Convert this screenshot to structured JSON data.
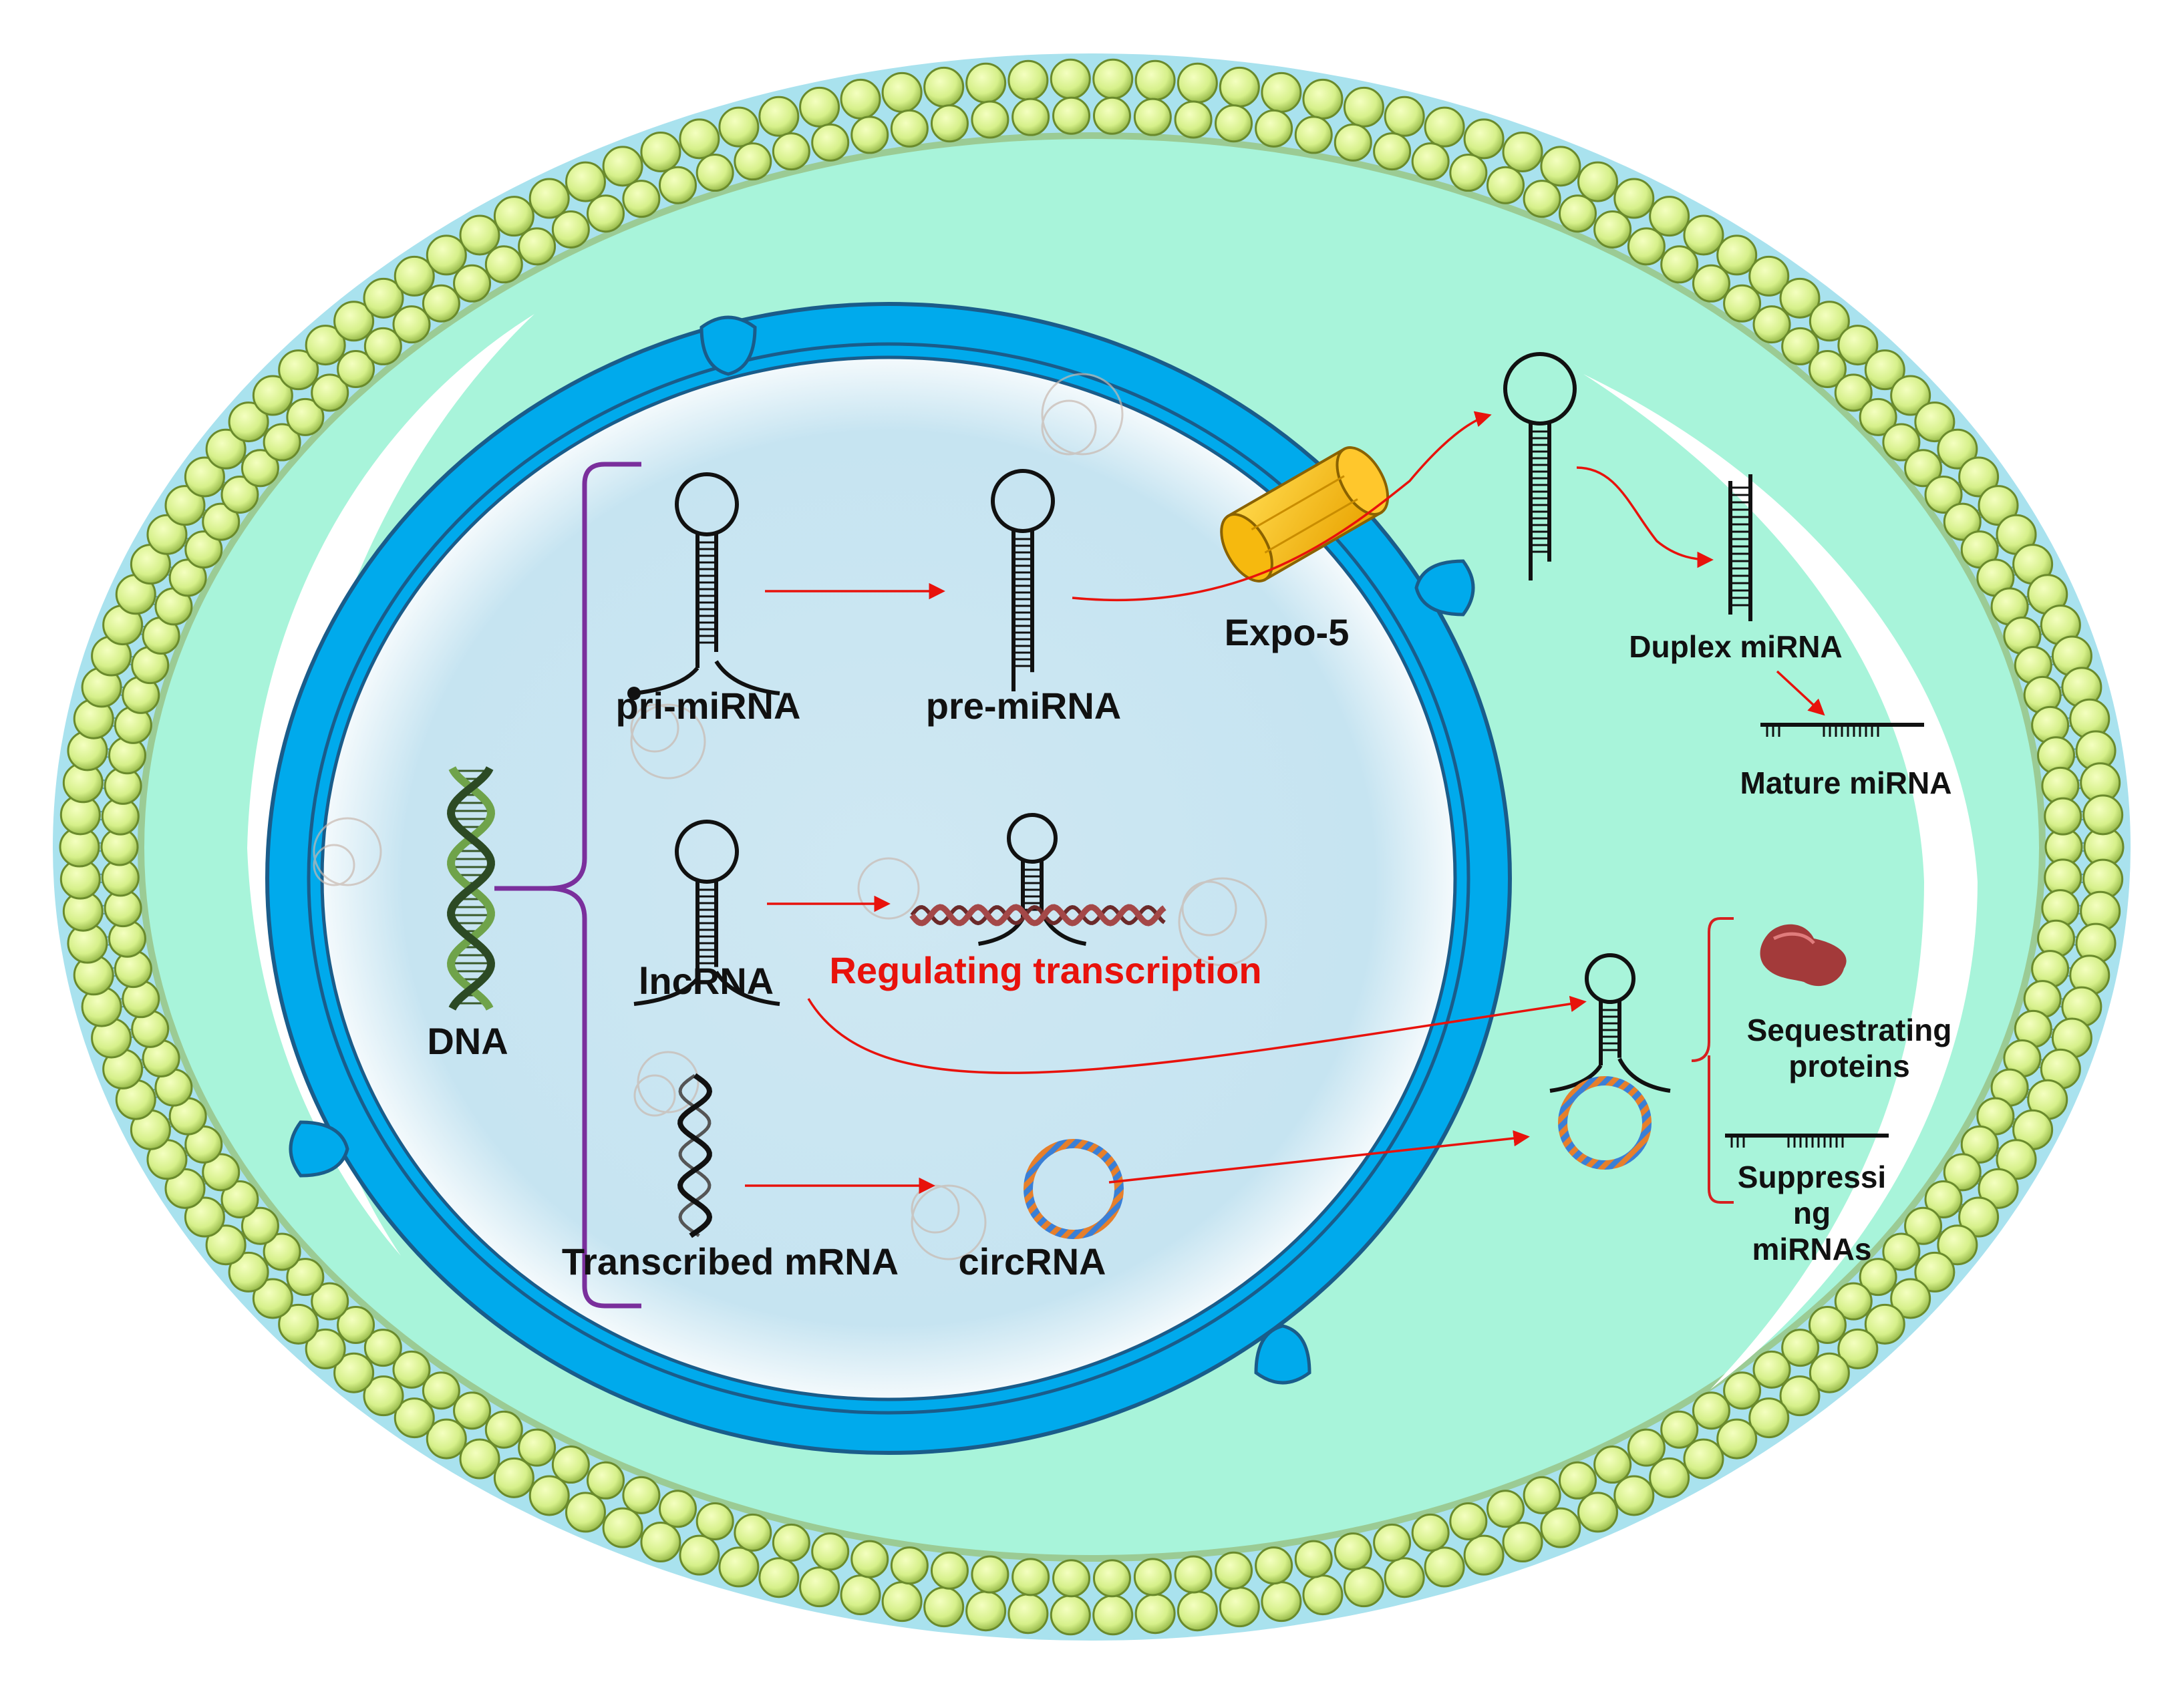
{
  "labels": {
    "dna": "DNA",
    "pri_mirna": "pri-miRNA",
    "pre_mirna": "pre-miRNA",
    "expo5": "Expo-5",
    "duplex_mirna": "Duplex miRNA",
    "mature_mirna": "Mature miRNA",
    "lncrna": "lncRNA",
    "regulating_transcription": "Regulating transcription",
    "transcribed_mrna": "Transcribed mRNA",
    "circrna": "circRNA",
    "sequestrating_proteins_1": "Sequestrating",
    "sequestrating_proteins_2": "proteins",
    "suppressing_1": "Suppressi",
    "suppressing_2": "ng",
    "suppressing_3": "miRNAs"
  },
  "colors": {
    "membrane_head": "#d6f08a",
    "membrane_tail": "#a9e2ee",
    "cytoplasm": "#a8f4da",
    "nucleus_envelope": "#00aaec",
    "nucleoplasm": "#c9e6f2",
    "arrow": "#e8120c",
    "bracket_purple": "#7a2f9c",
    "bracket_red": "#d62020",
    "exportin": "#f6b90e",
    "protein": "#a33a3a"
  },
  "icons": {
    "dna": "dna-double-helix-icon",
    "hairpin": "rna-hairpin-icon",
    "circrna": "circular-rna-icon",
    "protein": "protein-blob-icon",
    "exportin": "exportin-channel-icon"
  }
}
